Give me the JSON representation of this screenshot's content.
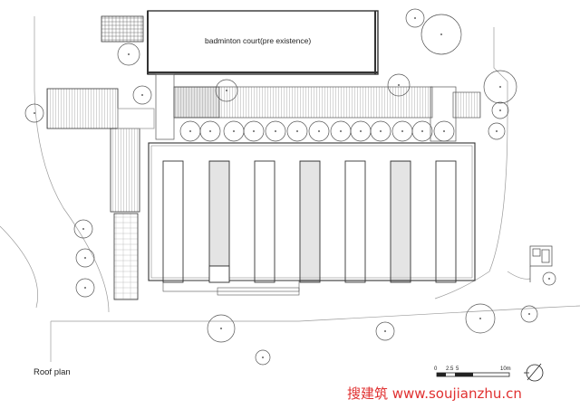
{
  "labels": {
    "court": "badminton court(pre existence)",
    "title": "Roof plan",
    "watermark": "搜建筑 www.soujianzhu.cn"
  },
  "scale_bar": {
    "ticks": [
      "0",
      "2.5",
      "5",
      "10m"
    ]
  },
  "colors": {
    "line": "#333333",
    "light_line": "#9a9a9a",
    "watermark": "#e03030"
  }
}
